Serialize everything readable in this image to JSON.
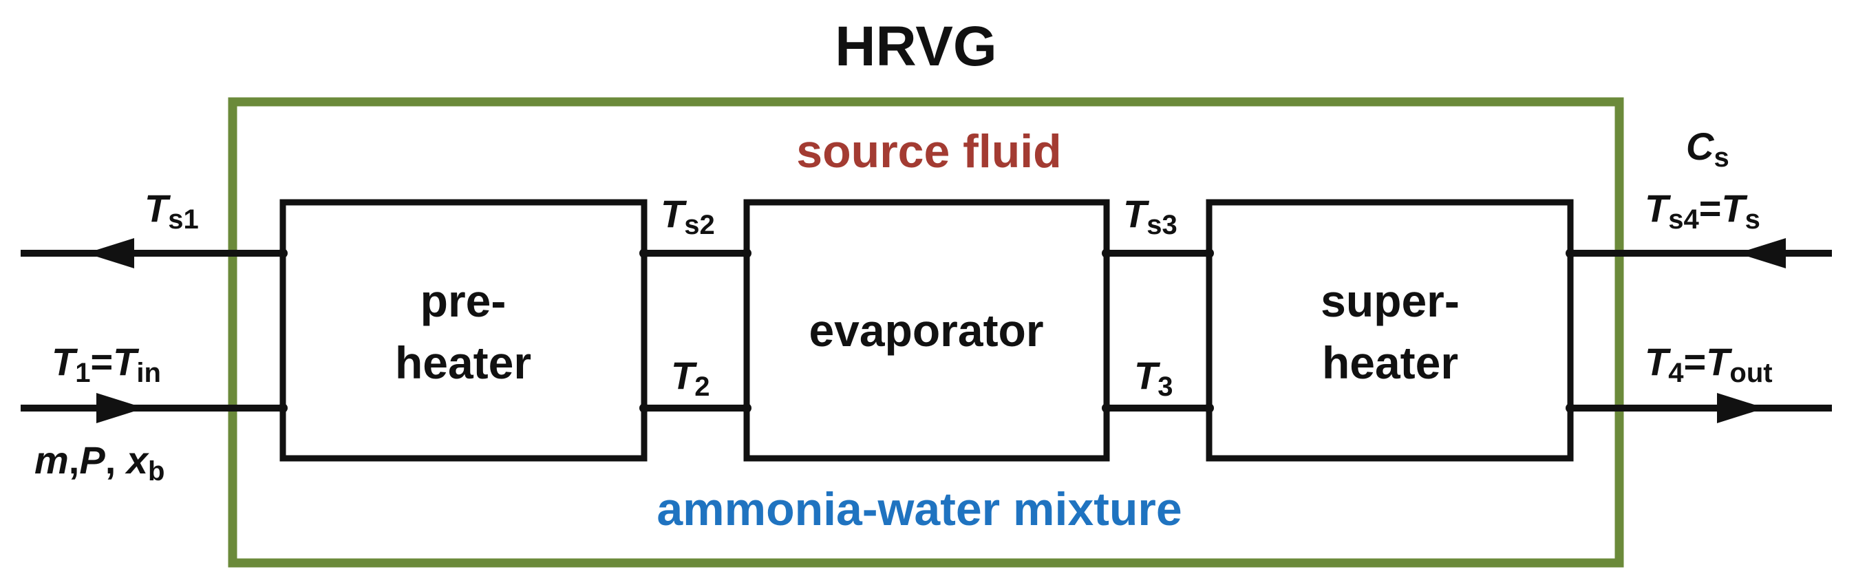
{
  "title": "HRVG",
  "colors": {
    "frame": "#6b8a3a",
    "source": "#a33b32",
    "mixture": "#1f73c0",
    "line": "#111111"
  },
  "fluids": {
    "source_label": "source fluid",
    "mixture_label": "ammonia-water mixture"
  },
  "blocks": {
    "preheater": {
      "line1": "pre-",
      "line2": "heater"
    },
    "evaporator": {
      "line1": "evaporator"
    },
    "superheater": {
      "line1": "super-",
      "line2": "heater"
    }
  },
  "labels": {
    "Ts1": {
      "var": "T",
      "sub": "s1"
    },
    "Ts2": {
      "var": "T",
      "sub": "s2"
    },
    "Ts3": {
      "var": "T",
      "sub": "s3"
    },
    "Cs": {
      "var": "C",
      "sub": "s"
    },
    "Ts4": {
      "var1": "T",
      "sub1": "s4",
      "eq": "=",
      "var2": "T",
      "sub2": "s"
    },
    "T1": {
      "var1": "T",
      "sub1": "1",
      "eq": "=",
      "var2": "T",
      "sub2": "in"
    },
    "T2": {
      "var": "T",
      "sub": "2"
    },
    "T3": {
      "var": "T",
      "sub": "3"
    },
    "T4": {
      "var1": "T",
      "sub1": "4",
      "eq": "=",
      "var2": "T",
      "sub2": "out"
    },
    "inlet": {
      "m": "m",
      "comma1": ",",
      "P": "P",
      "comma2": ", ",
      "x": "x",
      "xsub": "b"
    }
  }
}
